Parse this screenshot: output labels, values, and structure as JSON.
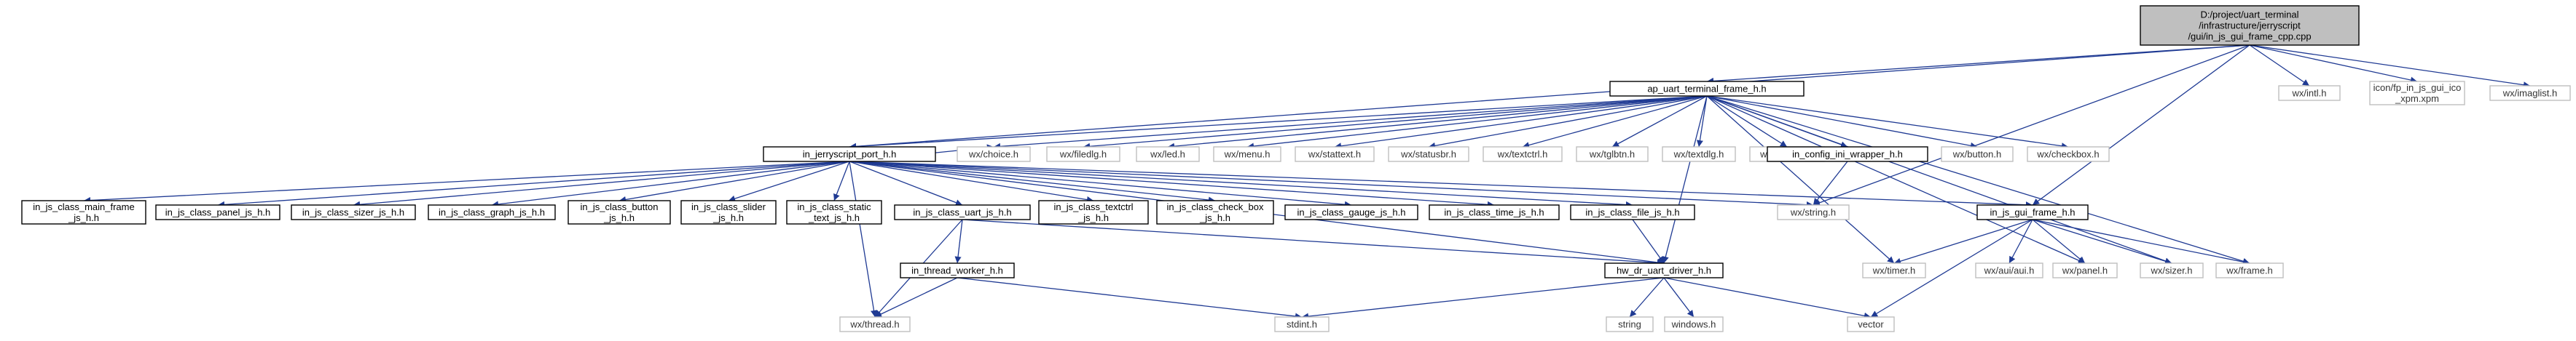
{
  "colors": {
    "edge": "#1f3a93",
    "root_fill": "#bfbfbf",
    "node_border": "#000000",
    "external_border": "#bfbfbf"
  },
  "nodes": [
    {
      "id": "root",
      "kind": "root",
      "lines": [
        "D:/project/uart_terminal",
        "/infrastructure/jerryscript",
        "/gui/in_js_gui_frame_cpp.cpp"
      ]
    },
    {
      "id": "ap_uart",
      "kind": "plain",
      "lines": [
        "ap_uart_terminal_frame_h.h"
      ]
    },
    {
      "id": "wx_intl",
      "kind": "ext",
      "lines": [
        "wx/intl.h"
      ]
    },
    {
      "id": "icon_xpm",
      "kind": "ext",
      "lines": [
        "icon/fp_in_js_gui_ico",
        "_xpm.xpm"
      ]
    },
    {
      "id": "wx_imaglist",
      "kind": "ext",
      "lines": [
        "wx/imaglist.h"
      ]
    },
    {
      "id": "in_jerryscript",
      "kind": "plain",
      "lines": [
        "in_jerryscript_port_h.h"
      ]
    },
    {
      "id": "wx_choice",
      "kind": "ext",
      "lines": [
        "wx/choice.h"
      ]
    },
    {
      "id": "wx_filedlg",
      "kind": "ext",
      "lines": [
        "wx/filedlg.h"
      ]
    },
    {
      "id": "wx_led",
      "kind": "ext",
      "lines": [
        "wx/led.h"
      ]
    },
    {
      "id": "wx_menu",
      "kind": "ext",
      "lines": [
        "wx/menu.h"
      ]
    },
    {
      "id": "wx_stattext",
      "kind": "ext",
      "lines": [
        "wx/stattext.h"
      ]
    },
    {
      "id": "wx_statusbr",
      "kind": "ext",
      "lines": [
        "wx/statusbr.h"
      ]
    },
    {
      "id": "wx_textctrl",
      "kind": "ext",
      "lines": [
        "wx/textctrl.h"
      ]
    },
    {
      "id": "wx_tglbtn",
      "kind": "ext",
      "lines": [
        "wx/tglbtn.h"
      ]
    },
    {
      "id": "wx_textdlg",
      "kind": "ext",
      "lines": [
        "wx/textdlg.h"
      ]
    },
    {
      "id": "wx_progdlg",
      "kind": "ext",
      "lines": [
        "wx/progdlg.h"
      ]
    },
    {
      "id": "in_config",
      "kind": "plain",
      "lines": [
        "in_config_ini_wrapper_h.h"
      ]
    },
    {
      "id": "wx_button",
      "kind": "ext",
      "lines": [
        "wx/button.h"
      ]
    },
    {
      "id": "wx_checkbox",
      "kind": "ext",
      "lines": [
        "wx/checkbox.h"
      ]
    },
    {
      "id": "c_main_frame",
      "kind": "plain",
      "lines": [
        "in_js_class_main_frame",
        "_js_h.h"
      ]
    },
    {
      "id": "c_panel",
      "kind": "plain",
      "lines": [
        "in_js_class_panel_js_h.h"
      ]
    },
    {
      "id": "c_sizer",
      "kind": "plain",
      "lines": [
        "in_js_class_sizer_js_h.h"
      ]
    },
    {
      "id": "c_graph",
      "kind": "plain",
      "lines": [
        "in_js_class_graph_js_h.h"
      ]
    },
    {
      "id": "c_button",
      "kind": "plain",
      "lines": [
        "in_js_class_button",
        "_js_h.h"
      ]
    },
    {
      "id": "c_slider",
      "kind": "plain",
      "lines": [
        "in_js_class_slider",
        "_js_h.h"
      ]
    },
    {
      "id": "c_static",
      "kind": "plain",
      "lines": [
        "in_js_class_static",
        "_text_js_h.h"
      ]
    },
    {
      "id": "c_uart",
      "kind": "plain",
      "lines": [
        "in_js_class_uart_js_h.h"
      ]
    },
    {
      "id": "c_textctrl",
      "kind": "plain",
      "lines": [
        "in_js_class_textctrl",
        "_js_h.h"
      ]
    },
    {
      "id": "c_check",
      "kind": "plain",
      "lines": [
        "in_js_class_check_box",
        "_js_h.h"
      ]
    },
    {
      "id": "c_gauge",
      "kind": "plain",
      "lines": [
        "in_js_class_gauge_js_h.h"
      ]
    },
    {
      "id": "c_time",
      "kind": "plain",
      "lines": [
        "in_js_class_time_js_h.h"
      ]
    },
    {
      "id": "c_file",
      "kind": "plain",
      "lines": [
        "in_js_class_file_js_h.h"
      ]
    },
    {
      "id": "wx_string",
      "kind": "ext",
      "lines": [
        "wx/string.h"
      ]
    },
    {
      "id": "gui_frame",
      "kind": "plain",
      "lines": [
        "in_js_gui_frame_h.h"
      ]
    },
    {
      "id": "thread_worker",
      "kind": "plain",
      "lines": [
        "in_thread_worker_h.h"
      ]
    },
    {
      "id": "hw_dr",
      "kind": "plain",
      "lines": [
        "hw_dr_uart_driver_h.h"
      ]
    },
    {
      "id": "wx_timer",
      "kind": "ext",
      "lines": [
        "wx/timer.h"
      ]
    },
    {
      "id": "wx_aui",
      "kind": "ext",
      "lines": [
        "wx/aui/aui.h"
      ]
    },
    {
      "id": "wx_panel",
      "kind": "ext",
      "lines": [
        "wx/panel.h"
      ]
    },
    {
      "id": "wx_sizer",
      "kind": "ext",
      "lines": [
        "wx/sizer.h"
      ]
    },
    {
      "id": "wx_frame",
      "kind": "ext",
      "lines": [
        "wx/frame.h"
      ]
    },
    {
      "id": "wx_thread",
      "kind": "ext",
      "lines": [
        "wx/thread.h"
      ]
    },
    {
      "id": "stdint",
      "kind": "ext",
      "lines": [
        "stdint.h"
      ]
    },
    {
      "id": "string",
      "kind": "ext",
      "lines": [
        "string"
      ]
    },
    {
      "id": "windows",
      "kind": "ext",
      "lines": [
        "windows.h"
      ]
    },
    {
      "id": "vector",
      "kind": "ext",
      "lines": [
        "vector"
      ]
    }
  ],
  "edges": [
    [
      "root",
      "ap_uart"
    ],
    [
      "root",
      "wx_intl"
    ],
    [
      "root",
      "icon_xpm"
    ],
    [
      "root",
      "wx_imaglist"
    ],
    [
      "root",
      "wx_string"
    ],
    [
      "root",
      "gui_frame"
    ],
    [
      "root",
      "in_jerryscript"
    ],
    [
      "ap_uart",
      "in_jerryscript"
    ],
    [
      "ap_uart",
      "wx_choice"
    ],
    [
      "ap_uart",
      "wx_filedlg"
    ],
    [
      "ap_uart",
      "wx_led"
    ],
    [
      "ap_uart",
      "wx_menu"
    ],
    [
      "ap_uart",
      "wx_stattext"
    ],
    [
      "ap_uart",
      "wx_statusbr"
    ],
    [
      "ap_uart",
      "wx_textctrl"
    ],
    [
      "ap_uart",
      "wx_tglbtn"
    ],
    [
      "ap_uart",
      "wx_textdlg"
    ],
    [
      "ap_uart",
      "wx_progdlg"
    ],
    [
      "ap_uart",
      "in_config"
    ],
    [
      "ap_uart",
      "wx_button"
    ],
    [
      "ap_uart",
      "wx_checkbox"
    ],
    [
      "ap_uart",
      "hw_dr"
    ],
    [
      "ap_uart",
      "wx_timer"
    ],
    [
      "ap_uart",
      "wx_panel"
    ],
    [
      "ap_uart",
      "wx_sizer"
    ],
    [
      "ap_uart",
      "wx_frame"
    ],
    [
      "in_jerryscript",
      "wx_choice"
    ],
    [
      "in_jerryscript",
      "c_main_frame"
    ],
    [
      "in_jerryscript",
      "c_panel"
    ],
    [
      "in_jerryscript",
      "c_sizer"
    ],
    [
      "in_jerryscript",
      "c_graph"
    ],
    [
      "in_jerryscript",
      "c_button"
    ],
    [
      "in_jerryscript",
      "c_slider"
    ],
    [
      "in_jerryscript",
      "c_static"
    ],
    [
      "in_jerryscript",
      "c_uart"
    ],
    [
      "in_jerryscript",
      "c_textctrl"
    ],
    [
      "in_jerryscript",
      "c_check"
    ],
    [
      "in_jerryscript",
      "c_gauge"
    ],
    [
      "in_jerryscript",
      "c_time"
    ],
    [
      "in_jerryscript",
      "c_file"
    ],
    [
      "in_jerryscript",
      "wx_string"
    ],
    [
      "in_jerryscript",
      "gui_frame"
    ],
    [
      "in_jerryscript",
      "hw_dr"
    ],
    [
      "in_jerryscript",
      "wx_thread"
    ],
    [
      "in_config",
      "wx_string"
    ],
    [
      "c_uart",
      "thread_worker"
    ],
    [
      "c_uart",
      "wx_thread"
    ],
    [
      "c_uart",
      "hw_dr"
    ],
    [
      "c_file",
      "hw_dr"
    ],
    [
      "thread_worker",
      "wx_thread"
    ],
    [
      "thread_worker",
      "stdint"
    ],
    [
      "gui_frame",
      "wx_timer"
    ],
    [
      "gui_frame",
      "wx_aui"
    ],
    [
      "gui_frame",
      "wx_panel"
    ],
    [
      "gui_frame",
      "wx_sizer"
    ],
    [
      "gui_frame",
      "wx_frame"
    ],
    [
      "gui_frame",
      "vector"
    ],
    [
      "hw_dr",
      "stdint"
    ],
    [
      "hw_dr",
      "string"
    ],
    [
      "hw_dr",
      "windows"
    ],
    [
      "hw_dr",
      "vector"
    ]
  ]
}
